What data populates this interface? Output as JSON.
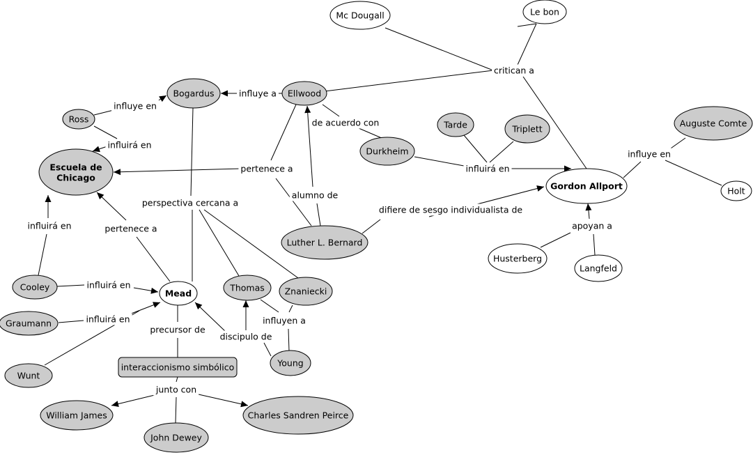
{
  "concepts": {
    "mcdougall": {
      "label": "Mc Dougall",
      "fill": "#ffffff",
      "bold": false
    },
    "lebon": {
      "label": "Le bon",
      "fill": "#ffffff",
      "bold": false
    },
    "bogardus": {
      "label": "Bogardus",
      "fill": "#cccccc",
      "bold": false
    },
    "ellwood": {
      "label": "Ellwood",
      "fill": "#cccccc",
      "bold": false
    },
    "ross": {
      "label": "Ross",
      "fill": "#cccccc",
      "bold": false
    },
    "escuela": {
      "label": "Escuela de\nChicago",
      "fill": "#cccccc",
      "bold": true
    },
    "tarde": {
      "label": "Tarde",
      "fill": "#cccccc",
      "bold": false
    },
    "triplett": {
      "label": "Triplett",
      "fill": "#cccccc",
      "bold": false
    },
    "comte": {
      "label": "Auguste Comte",
      "fill": "#cccccc",
      "bold": false
    },
    "durkheim": {
      "label": "Durkheim",
      "fill": "#cccccc",
      "bold": false
    },
    "allport": {
      "label": "Gordon Allport",
      "fill": "#ffffff",
      "bold": true
    },
    "holt": {
      "label": "Holt",
      "fill": "#ffffff",
      "bold": false
    },
    "bernard": {
      "label": "Luther L. Bernard",
      "fill": "#cccccc",
      "bold": false
    },
    "husterberg": {
      "label": "Husterberg",
      "fill": "#ffffff",
      "bold": false
    },
    "langfeld": {
      "label": "Langfeld",
      "fill": "#ffffff",
      "bold": false
    },
    "cooley": {
      "label": "Cooley",
      "fill": "#cccccc",
      "bold": false
    },
    "mead": {
      "label": "Mead",
      "fill": "#ffffff",
      "bold": true
    },
    "thomas": {
      "label": "Thomas",
      "fill": "#cccccc",
      "bold": false
    },
    "znaniecki": {
      "label": "Znaniecki",
      "fill": "#cccccc",
      "bold": false
    },
    "graumann": {
      "label": "Graumann",
      "fill": "#cccccc",
      "bold": false
    },
    "wunt": {
      "label": "Wunt",
      "fill": "#cccccc",
      "bold": false
    },
    "young": {
      "label": "Young",
      "fill": "#cccccc",
      "bold": false
    },
    "interaccionismo": {
      "label": "interaccionismo simbólico",
      "fill": "#cccccc",
      "bold": false
    },
    "james": {
      "label": "William James",
      "fill": "#cccccc",
      "bold": false
    },
    "peirce": {
      "label": "Charles Sandren Peirce",
      "fill": "#cccccc",
      "bold": false
    },
    "dewey": {
      "label": "John Dewey",
      "fill": "#cccccc",
      "bold": false
    }
  },
  "links": {
    "critican": "critican a",
    "influye_a": "influye a",
    "influye_en_ross": "influye en",
    "influira_ross": "influirá en",
    "de_acuerdo": "de acuerdo con",
    "influye_en_comte": "influye en",
    "influira_durkheim": "influirá en",
    "pertenece_ellwood": "pertenece a",
    "alumno": "alumno de",
    "perspectiva": "perspectiva cercana a",
    "difiere": "difiere de sesgo individualista de",
    "apoyan": "apoyan a",
    "influira_cooley_esc": "influirá en",
    "pertenece_mead": "pertenece a",
    "influira_cooley_mead": "influirá en",
    "influira_graumann": "influirá en",
    "influyen": "influyen a",
    "precursor": "precursor de",
    "discipulo": "discipulo de",
    "junto": "junto con"
  }
}
